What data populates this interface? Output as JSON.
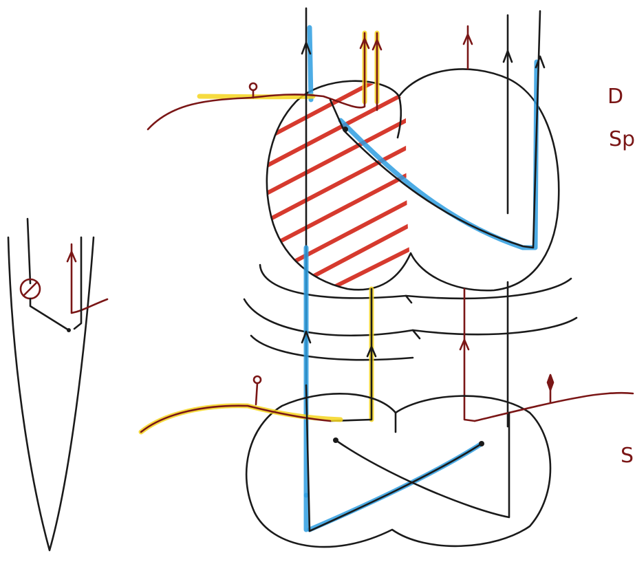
{
  "labels": {
    "top_right": "D",
    "top_right_2": "Sp",
    "bottom_right": "S"
  },
  "colors": {
    "ink": "#1a1a1a",
    "red": "#7a1616",
    "hatch": "#d63a2e",
    "blue": "#2e9ee0",
    "yellow": "#f5d51e"
  }
}
